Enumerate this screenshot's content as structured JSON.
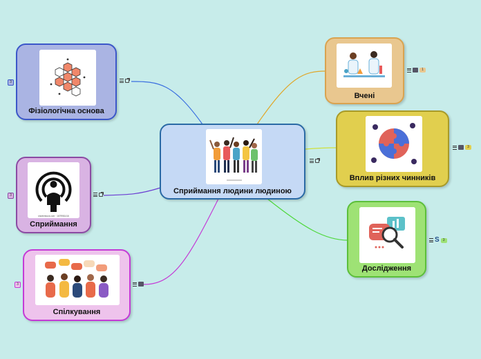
{
  "central": {
    "label": "Сприймання людини людиною"
  },
  "nodes": [
    {
      "label": "Фізіологічна основа",
      "count": "3"
    },
    {
      "label": "Сприймання",
      "count": "3"
    },
    {
      "label": "Спілкування",
      "count": "3"
    },
    {
      "label": "Вчені",
      "count": "1"
    },
    {
      "label": "Вплив різних чинників",
      "count": "3"
    },
    {
      "label": "Дослідження",
      "count": "3"
    }
  ],
  "image_text": {
    "sticker_caption": "shutterstock.com · 1679981416"
  },
  "colors": {
    "background": "#c7ecea",
    "central": "#c5d9f5",
    "fiziologiya": "#aab4e3",
    "spryimannia": "#d9b3e3",
    "spilkuvannia": "#eec3ec",
    "vcheni": "#e9c78f",
    "vplyv": "#e1cf4e",
    "doslidzhennia": "#9ee275"
  }
}
